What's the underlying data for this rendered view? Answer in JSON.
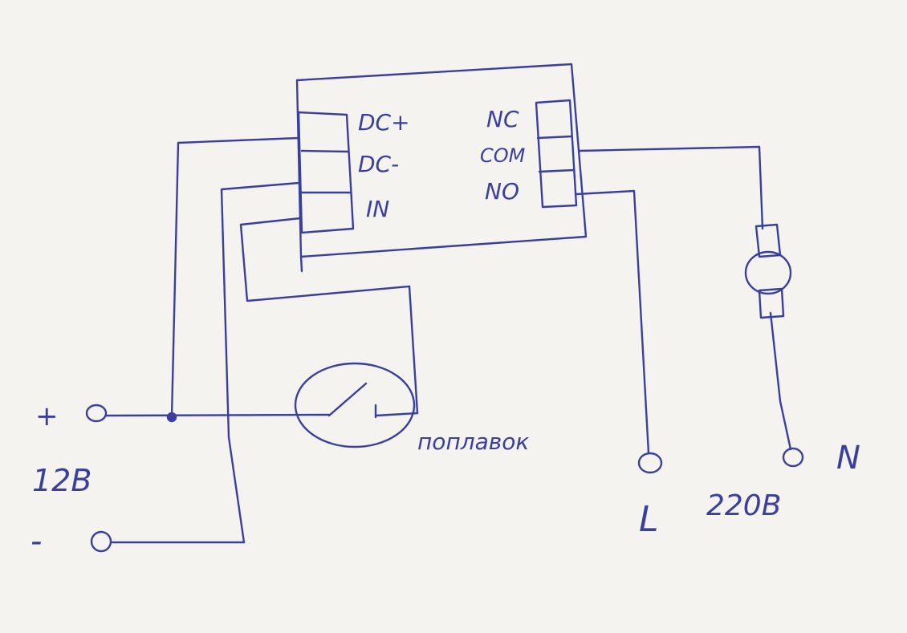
{
  "colors": {
    "paper": "#f4f3ef",
    "ink": "#3a3f9e"
  },
  "relay": {
    "input_labels": [
      "DC+",
      "DC-",
      "IN"
    ],
    "output_labels": [
      "NC",
      "COM",
      "NO"
    ]
  },
  "float_switch": {
    "label": "поплавок"
  },
  "dc_supply": {
    "plus_label": "+",
    "minus_label": "-",
    "voltage_label": "12B"
  },
  "ac_supply": {
    "line_label": "L",
    "neutral_label": "N",
    "voltage_label": "220B"
  },
  "load": {
    "icon": "motor-icon"
  }
}
